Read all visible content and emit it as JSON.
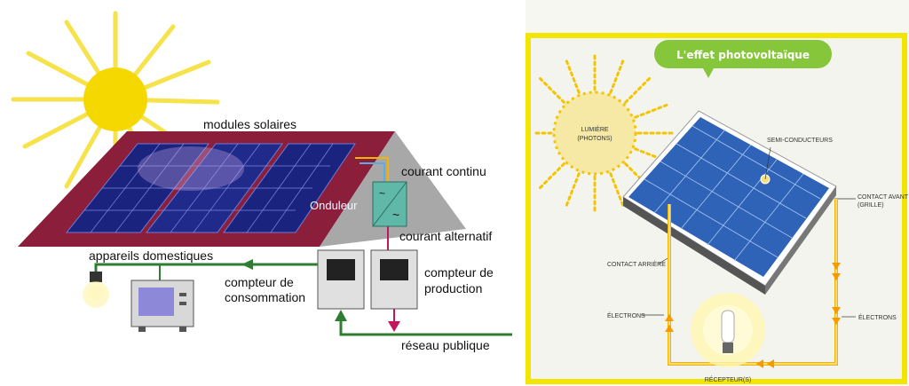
{
  "left_diagram": {
    "labels": {
      "solar_modules": "modules solaires",
      "inverter": "Onduleur",
      "direct_current": "courant continu",
      "alternating_current": "courant alternatif",
      "home_appliances": "appareils domestiques",
      "consumption_meter": [
        "compteur de",
        "consommation"
      ],
      "production_meter": [
        "compteur de",
        "production"
      ],
      "public_grid": "réseau publique"
    }
  },
  "right_diagram": {
    "title": "L'effet photovoltaïque",
    "labels": {
      "light": [
        "LUMIÈRE",
        "(PHOTONS)"
      ],
      "semiconductors": "SEMI-CONDUCTEURS",
      "front_contact": [
        "CONTACT AVANT",
        "(GRILLE)"
      ],
      "back_contact": "CONTACT ARRIÈRE",
      "electrons_left": "ÉLECTRONS",
      "electrons_right": "ÉLECTRONS",
      "receiver": "RÉCEPTEUR(S)"
    }
  },
  "colors": {
    "sun": "#f5d800",
    "roof": "#8b1e3a",
    "panel_blue": "#1a237e",
    "wire_yellow": "#f2b400",
    "frame_yellow": "#f2e600",
    "title_green": "#86c63b",
    "grid_green": "#2e7d32",
    "arrow_pink": "#c2185b"
  }
}
